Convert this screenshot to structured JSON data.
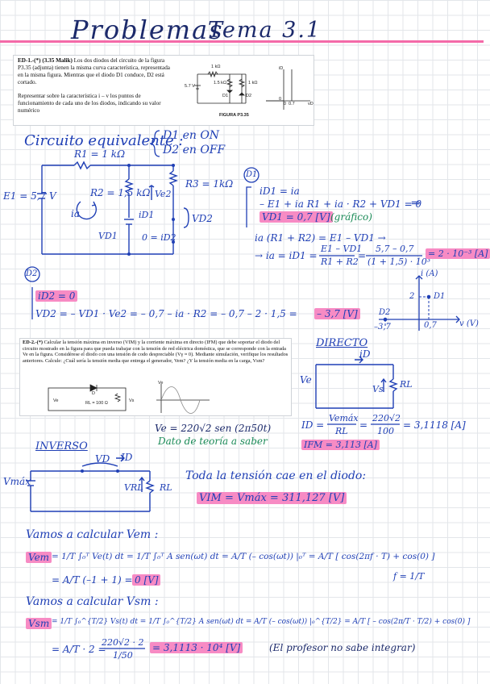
{
  "title": {
    "problemas": "Problemas",
    "tema": "Tema 3.1"
  },
  "ed1": {
    "heading": "ED-1.-(*) (3.35 Malik)",
    "text": "Los dos diodos del circuito de la figura P3.35 (adjunta) tienen la misma curva característica, representada en la misma figura. Mientras que el diodo D1 conduce, D2 está cortado.",
    "text2": "Representar sobre la característica i – v los puntos de funcionamiento de cada uno de los diodos, indicando su valor numérico",
    "figure": {
      "r1": "1 kΩ",
      "r2": "1.5 kΩ",
      "r3": "1 kΩ",
      "v": "5.7 V",
      "d1": "D1",
      "d2": "D2",
      "caption": "FIGURA P3.35",
      "id": "iD",
      "vd": "vD",
      "v0": "0",
      "v07": "0.7",
      "id0": "0"
    }
  },
  "ed1_hand": {
    "circuito_equivalente": "Circuito equivalente :",
    "d1_on": "D1 en ON",
    "d2_off": "D2 en OFF",
    "r1": "R1 = 1 kΩ",
    "e1": "E1 = 5,7 V",
    "r2": "R2 = 1,5 kΩ",
    "r3": "R3 = 1kΩ",
    "ve2": "Ve2",
    "id1": "iD1",
    "vd1": "VD1",
    "vd2": "VD2",
    "ia": "ia",
    "zero_id2": "0 = iD2",
    "d1_label": "D1",
    "d2_label": "D2",
    "d1_eq1": "iD1 = ia",
    "d1_eq2": "– E1 + ia R1 + ia · R2 + VD1 = 0",
    "d1_arrow": "⇒",
    "d1_eq3": "VD1 = 0,7 [V]",
    "d1_grafico": "(gráfico)",
    "eq_ia1": "ia (R1 + R2) = E1 – VD1  →",
    "eq_ia2a": "→  ia = iD1 =",
    "eq_ia2_num": "E1 – VD1",
    "eq_ia2_den": "R1 + R2",
    "eq_ia2b": "=",
    "eq_ia2_num2": "5,7 – 0,7",
    "eq_ia2_den2": "(1 + 1,5) · 10³",
    "eq_ia2_res": "= 2 · 10⁻³ [A]",
    "d2_eq1": "iD2 = 0",
    "d2_eq2a": "VD2 = – VD1 · Ve2 = – 0,7 – ia · R2 = – 0,7 – 2 · 1,5 =",
    "d2_eq2_res": "– 3,7 [V]",
    "graph_i": "i (A)",
    "graph_v": "v (V)",
    "graph_2": "2",
    "graph_d1": "D1",
    "graph_d2": "D2",
    "graph_m37": "–3,7",
    "graph_07": "0,7"
  },
  "ed2": {
    "heading": "ED-2.-(*)",
    "text": "Calcular la tensión máxima en inverso (VIM) y la corriente máxima en directo (IFM) que debe soportar el diodo del circuito mostrado en la figura para que pueda trabajar con la tensión de red eléctrica doméstica, que se corresponde con la entrada Ve en la figura. Considérese el diodo con una tensión de codo despreciable (Vγ ≈ 0). Mediante simulación, verifique los resultados anteriores.",
    "text2": "Calcule: ¿Cuál sería la tensión media que entrega el generador, Vem? ¿Y la tensión media en la carga, Vsm?",
    "fig_ve": "Ve",
    "fig_vs": "Vs",
    "fig_d": "D",
    "fig_rl": "RL = 100 Ω",
    "fig_ve_wave": "Ve"
  },
  "ed2_hand": {
    "ve_eq": "Ve = 220√2 sen (2π50t)",
    "dato": "Dato de teoría a saber",
    "directo": "DIRECTO",
    "id": "iD",
    "ve": "Ve",
    "vs": "Vs",
    "rl": "RL",
    "id_eq_a": "ID =",
    "id_eq_num": "Vemáx",
    "id_eq_den": "RL",
    "id_eq_b": "=",
    "id_eq_num2": "220√2",
    "id_eq_den2": "100",
    "id_eq_c": "= 3,1118 [A]",
    "ifm": "IFM = 3,113 [A]",
    "inverso": "INVERSO",
    "vd": "VD",
    "id_inv": "ID",
    "vmax": "Vmáx",
    "vrl": "VRL",
    "rl_inv": "RL",
    "toda_tension": "Toda la tensión cae en el diodo:",
    "vim": "VIM = Vmáx = 311,127 [V]",
    "calc_vem": "Vamos a calcular Vem :",
    "vem_label": "Vem",
    "vem_eq": "= 1/T ∫₀ᵀ Ve(t) dt = 1/T ∫₀ᵀ A sen(ωt) dt = A/T (– cos(ωt)) |₀ᵀ = A/T [ cos(2πf · T) + cos(0) ]",
    "vem_eq2": "= A/T (–1 + 1) =",
    "vem_res": "0 [V]",
    "f_eq": "f = 1/T",
    "calc_vsm": "Vamos a calcular Vsm :",
    "vsm_label": "Vsm",
    "vsm_eq": "= 1/T ∫₀^{T/2} Vs(t) dt = 1/T ∫₀^{T/2} A sen(ωt) dt = A/T (– cos(ωt)) |₀^{T/2} = A/T [ – cos(2π/T · T/2) + cos(0) ]",
    "vsm_eq2a": "= A/T · 2 =",
    "vsm_eq2_num": "220√2 · 2",
    "vsm_eq2_den": "1/50",
    "vsm_res": "= 3,1113 · 10⁴ [V]",
    "profesor": "(El profesor no sabe integrar)"
  }
}
